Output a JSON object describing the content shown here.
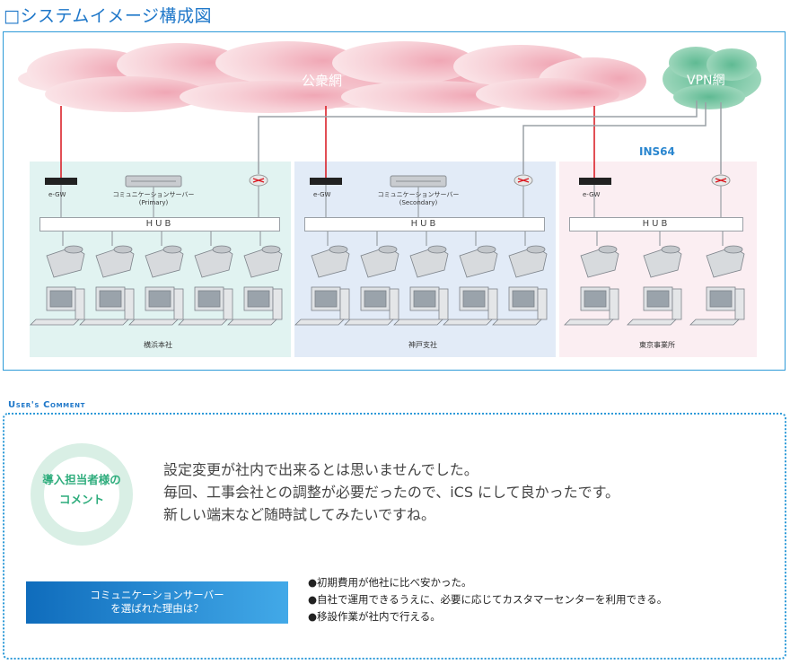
{
  "page_title": "□システムイメージ構成図",
  "diagram": {
    "public_network": "公衆網",
    "vpn_network": "VPN網",
    "ins_label": "INS64",
    "hub_label": "HUB",
    "gateway_label": "e-GW",
    "offices": [
      {
        "name": "横浜本社",
        "server_label": "コミュニケーションサーバー",
        "server_role": "(Primary)",
        "phones": 5,
        "pcs": 5,
        "color": "#e1f3f1"
      },
      {
        "name": "神戸支社",
        "server_label": "コミュニケーションサーバー",
        "server_role": "(Secondary)",
        "phones": 5,
        "pcs": 5,
        "color": "#e2ebf7"
      },
      {
        "name": "東京事業所",
        "phones": 3,
        "pcs": 3,
        "color": "#fbeef2"
      }
    ]
  },
  "comment": {
    "heading": "User's Comment",
    "badge_lines": [
      "導入担当者様の",
      "コメント"
    ],
    "quote_lines": [
      "設定変更が社内で出来るとは思いませんでした。",
      "毎回、工事会社との調整が必要だったので、iCS にして良かったです。",
      "新しい端末など随時試してみたいですね。"
    ],
    "reason_title_lines": [
      "コミュニケーションサーバー",
      "を選ばれた理由は？"
    ],
    "reasons": [
      "●初期費用が他社に比べ安かった。",
      "●自社で運用できるうえに、必要に応じてカスタマーセンターを利用できる。",
      "●移設作業が社内で行える。"
    ]
  },
  "colors": {
    "accent_blue": "#1e77c9",
    "cloud_pink": "#f6c6cf",
    "cloud_green": "#7fc9a8",
    "badge_green": "#2fad7d",
    "red_line": "#d9141c"
  }
}
